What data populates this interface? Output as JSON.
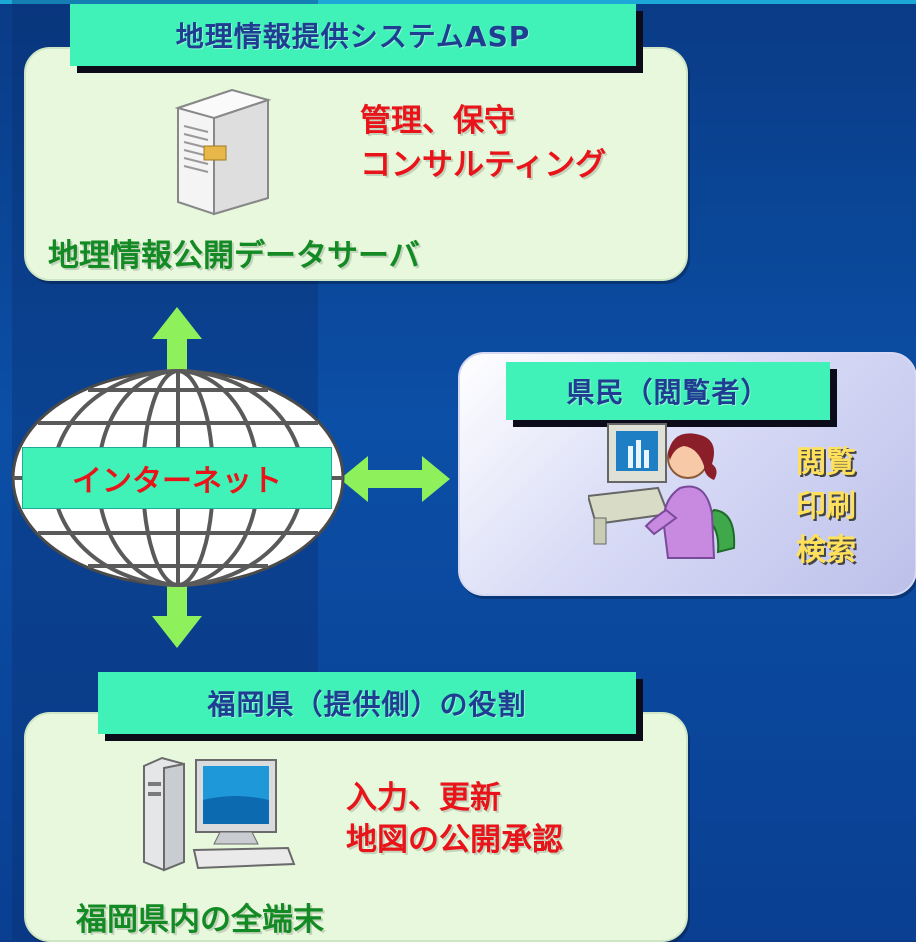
{
  "colors": {
    "background": "#0b4fa6",
    "label_bg": "#40f2b8",
    "label_text": "#1f3d91",
    "red": "#e8141a",
    "green": "#138a24",
    "yellow": "#ffe05a",
    "arrow": "#8ef05a"
  },
  "top_panel": {
    "header": "地理情報提供システムASP",
    "roles": [
      "管理、保守",
      "コンサルティング"
    ],
    "caption": "地理情報公開データサーバ",
    "icon": "server-icon"
  },
  "internet": {
    "label": "インターネット",
    "icon": "globe-icon"
  },
  "citizen_panel": {
    "header": "県民（閲覧者）",
    "actions": [
      "閲覧",
      "印刷",
      "検索"
    ],
    "icon": "person-at-computer-icon"
  },
  "bottom_panel": {
    "header": "福岡県（提供側）の役割",
    "roles": [
      "入力、更新",
      "地図の公開承認"
    ],
    "caption": "福岡県内の全端末",
    "icon": "desktop-computer-icon"
  }
}
